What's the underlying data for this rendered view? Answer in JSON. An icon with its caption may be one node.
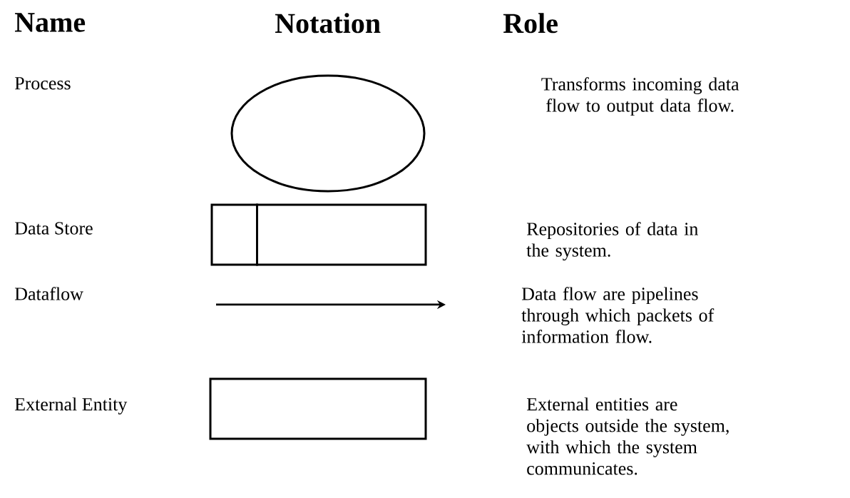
{
  "diagram": {
    "nodes": [
      {
        "text": [],
        "shape": "circle"
      },
      {
        "text": [],
        "shape": "box"
      },
      {
        "text": [],
        "shape": "arrow"
      },
      {
        "text": [],
        "shape": "box"
      }
    ],
    "labels": [
      "Name",
      "Notation",
      "Role",
      "Process",
      "Transforms incoming data flow to output data flow.",
      "Data Store",
      "Repositories of data in the system.",
      "Dataflow",
      "Data flow are pipelines through which packets of information flow.",
      "External Entity",
      "External entities are objects outside the system, with which the system communicates."
    ]
  }
}
